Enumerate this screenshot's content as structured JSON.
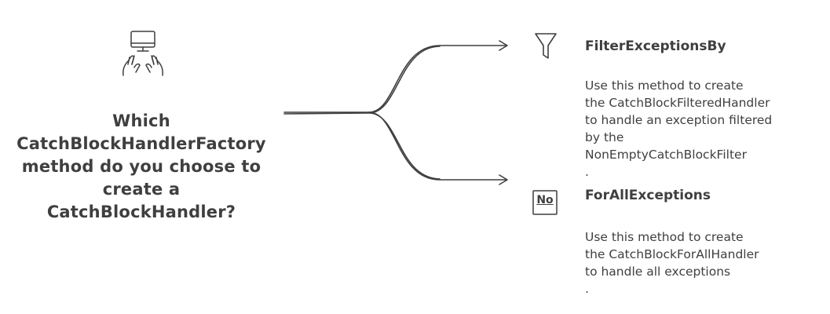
{
  "question": {
    "lines": [
      "Which",
      "CatchBlockHandlerFactory",
      "method do you choose to",
      "create a",
      "CatchBlockHandler?"
    ]
  },
  "options": [
    {
      "title": "FilterExceptionsBy",
      "icon": "filter-icon",
      "description": [
        "Use this method to create",
        "the CatchBlockFilteredHandler",
        "to handle an exception filtered",
        "by the",
        "NonEmptyCatchBlockFilter",
        "."
      ]
    },
    {
      "title": "ForAllExceptions",
      "icon": "numero-sign-icon",
      "icon_label": "No",
      "description": [
        "Use this method to create",
        "the CatchBlockForAllHandler",
        "to handle all exceptions",
        "."
      ]
    }
  ],
  "header_icon": "computer-hands-icon",
  "colors": {
    "stroke": "#3f3f3f",
    "text": "#3f3f3f",
    "background": "#ffffff"
  }
}
